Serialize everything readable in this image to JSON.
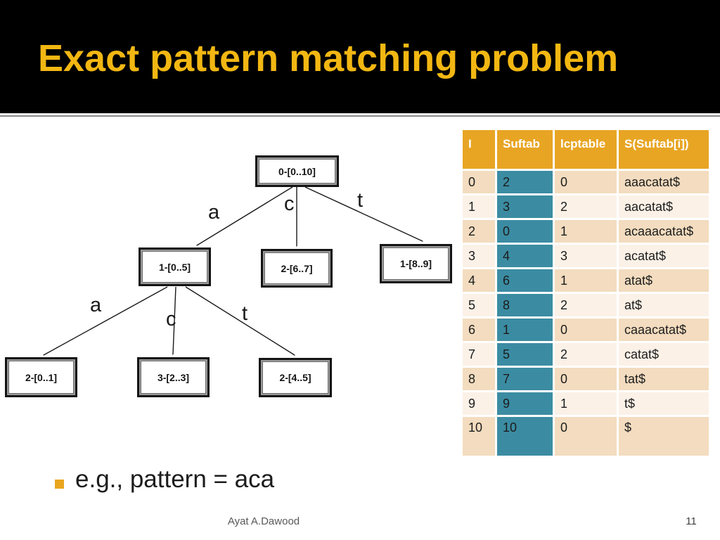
{
  "slide": {
    "title": "Exact pattern matching problem",
    "bullet_text": "e.g., pattern = aca",
    "footer_author": "Ayat A.Dawood",
    "page_number": "11"
  },
  "tree": {
    "root": {
      "label": "0-[0..10]"
    },
    "level1": [
      {
        "label": "1-[0..5]"
      },
      {
        "label": "2-[6..7]"
      },
      {
        "label": "1-[8..9]"
      }
    ],
    "level2": [
      {
        "label": "2-[0..1]"
      },
      {
        "label": "3-[2..3]"
      },
      {
        "label": "2-[4..5]"
      }
    ],
    "edge_labels_root": [
      "a",
      "c",
      "t"
    ],
    "edge_labels_level1": [
      "a",
      "c",
      "t"
    ]
  },
  "table": {
    "headers": [
      "I",
      "Suftab",
      "lcptable",
      "S(Suftab[i])"
    ],
    "rows": [
      {
        "i": "0",
        "suftab": "2",
        "lcp": "0",
        "s": "aaacatat$"
      },
      {
        "i": "1",
        "suftab": "3",
        "lcp": "2",
        "s": "aacatat$"
      },
      {
        "i": "2",
        "suftab": "0",
        "lcp": "1",
        "s": "acaaacatat$"
      },
      {
        "i": "3",
        "suftab": "4",
        "lcp": "3",
        "s": "acatat$"
      },
      {
        "i": "4",
        "suftab": "6",
        "lcp": "1",
        "s": "atat$"
      },
      {
        "i": "5",
        "suftab": "8",
        "lcp": "2",
        "s": "at$"
      },
      {
        "i": "6",
        "suftab": "1",
        "lcp": "0",
        "s": "caaacatat$"
      },
      {
        "i": "7",
        "suftab": "5",
        "lcp": "2",
        "s": "catat$"
      },
      {
        "i": "8",
        "suftab": "7",
        "lcp": "0",
        "s": "tat$"
      },
      {
        "i": "9",
        "suftab": "9",
        "lcp": "1",
        "s": "t$"
      },
      {
        "i": "10",
        "suftab": "10",
        "lcp": "0",
        "s": "$"
      }
    ]
  },
  "colors": {
    "title_gold": "#F2B712",
    "header_orange": "#E8A524",
    "suftab_teal": "#3B8CA2",
    "row_even": "#F3DCBF",
    "row_odd": "#FBF1E7",
    "bullet_orange": "#E9A61E",
    "band_black": "#000000"
  }
}
